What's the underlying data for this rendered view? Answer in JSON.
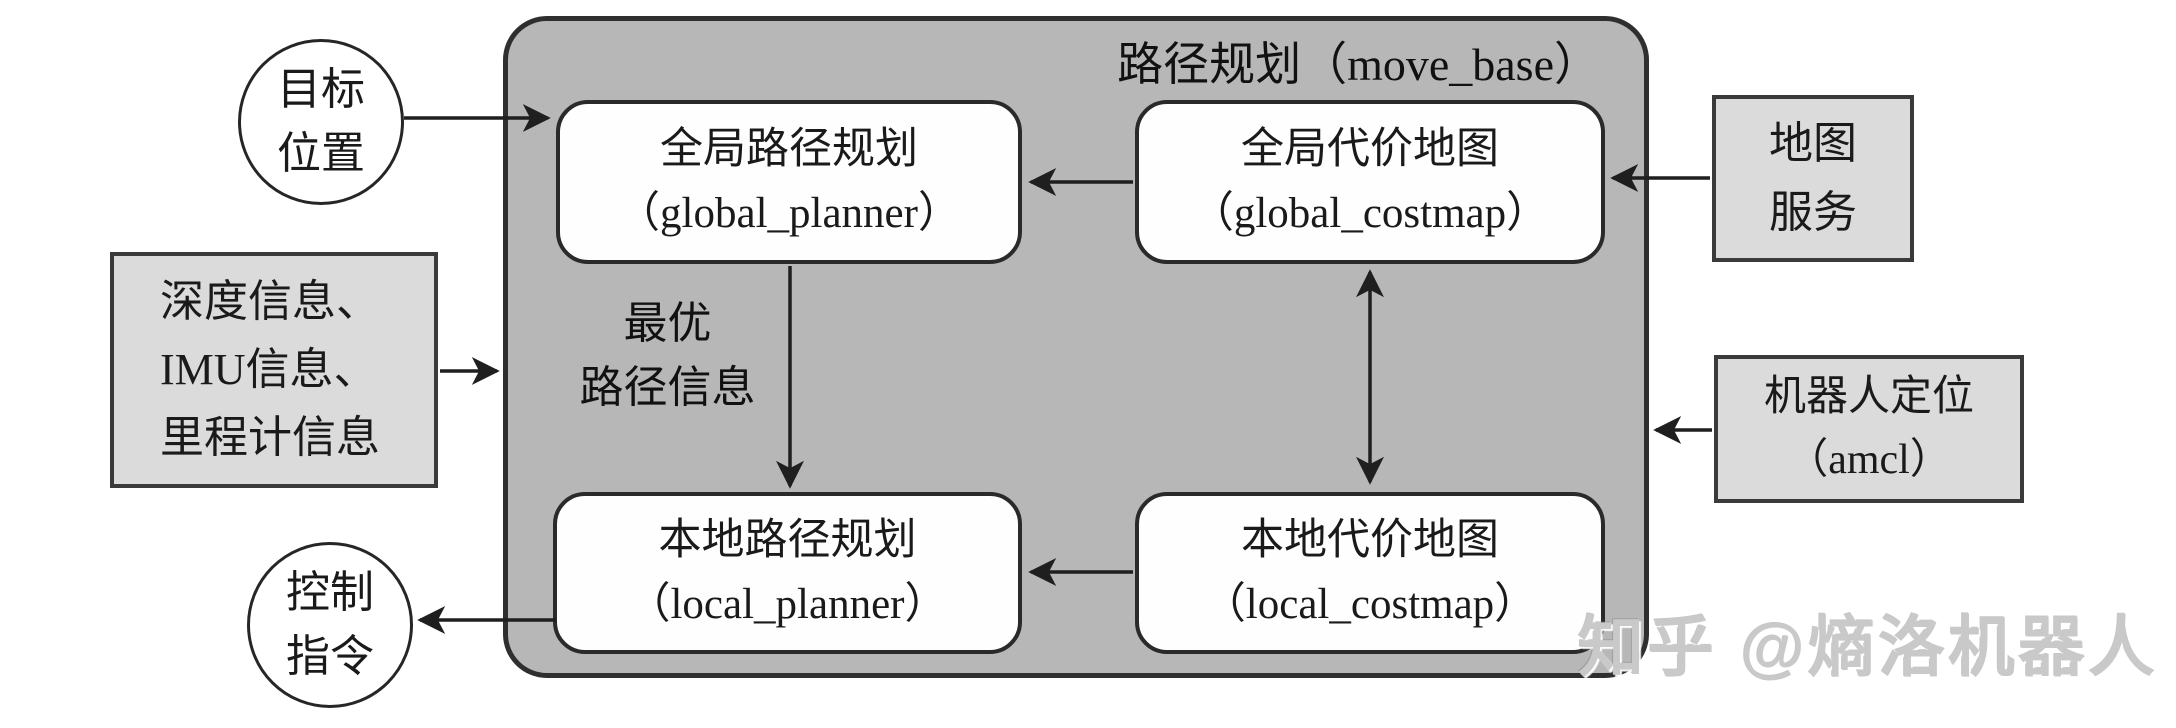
{
  "diagram": {
    "container": {
      "title": "路径规划（move_base）"
    },
    "nodes": {
      "goal": {
        "lines": [
          "目标",
          "位置"
        ]
      },
      "global_planner": {
        "lines": [
          "全局路径规划",
          "（global_planner）"
        ]
      },
      "global_costmap": {
        "lines": [
          "全局代价地图",
          "（global_costmap）"
        ]
      },
      "local_planner": {
        "lines": [
          "本地路径规划",
          "（local_planner）"
        ]
      },
      "local_costmap": {
        "lines": [
          "本地代价地图",
          "（local_costmap）"
        ]
      },
      "sensor_inputs": {
        "lines": [
          "深度信息、",
          "IMU信息、",
          "里程计信息"
        ]
      },
      "map_service": {
        "lines": [
          "地图",
          "服务"
        ]
      },
      "amcl": {
        "lines": [
          "机器人定位",
          "（amcl）"
        ]
      },
      "control": {
        "lines": [
          "控制",
          "指令"
        ]
      }
    },
    "labels": {
      "optimal_path": {
        "lines": [
          "最优",
          "路径信息"
        ]
      }
    },
    "watermark": "知乎 @熵洛机器人",
    "colors": {
      "container_fill": "#b7b7b7",
      "node_fill": "#fefefe",
      "external_fill": "#dbdbdb",
      "border": "#2a2a2a",
      "arrow": "#1f1f1f",
      "text": "#1a1a1a",
      "watermark": "#c9c9c9"
    }
  }
}
